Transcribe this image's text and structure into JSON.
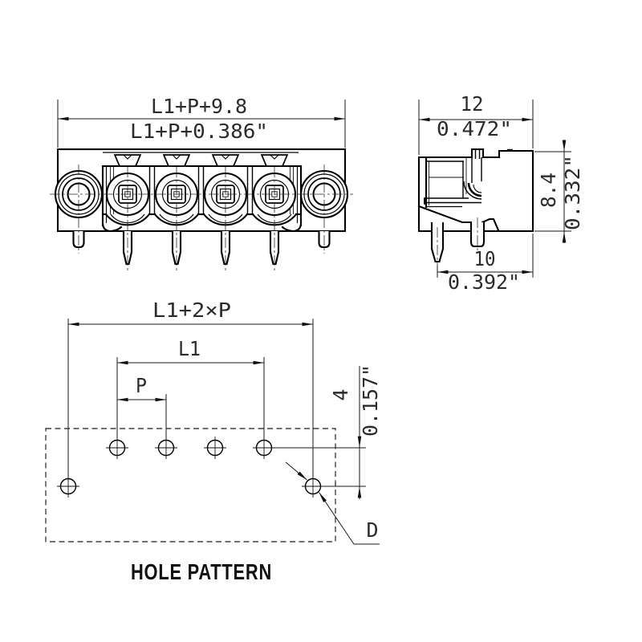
{
  "front_view": {
    "dim_width_mm": "L1+P+9.8",
    "dim_width_in": "L1+P+0.386\""
  },
  "side_view": {
    "dim_depth_mm": "12",
    "dim_depth_in": "0.472\"",
    "dim_height_mm": "8.4",
    "dim_height_in": "0.332\"",
    "dim_pin_to_face_mm": "10",
    "dim_pin_to_face_in": "0.392\""
  },
  "hole_pattern": {
    "title": "HOLE PATTERN",
    "dim_overall": "L1+2×P",
    "dim_outer_holes": "L1",
    "dim_pitch": "P",
    "dim_row_offset_mm": "4",
    "dim_row_offset_in": "0.157\"",
    "hole_diameter_label": "D"
  },
  "colors": {
    "background": "#ffffff",
    "line": "#000000",
    "dim_text": "#2b2b2b"
  }
}
